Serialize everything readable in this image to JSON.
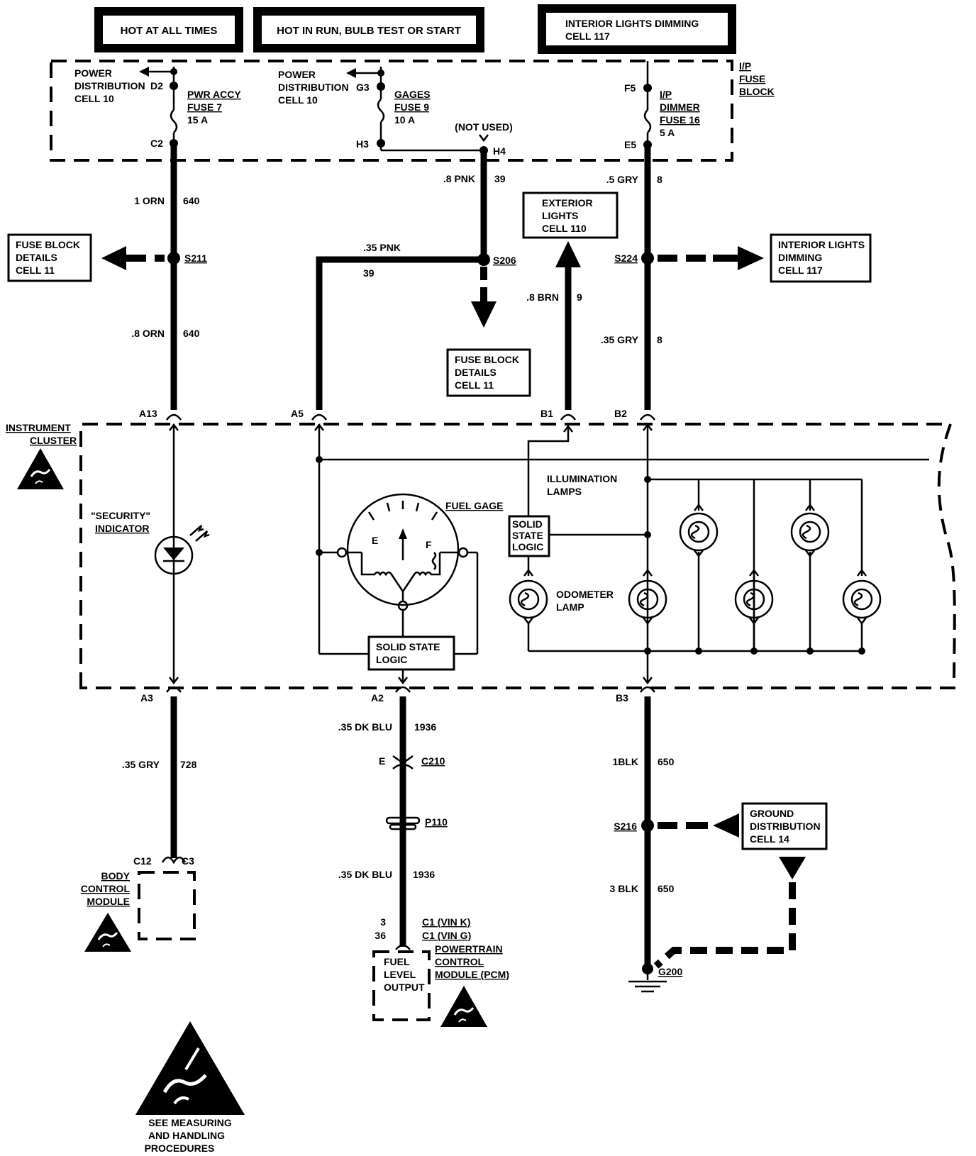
{
  "headers": {
    "hot_at_all_times": "HOT AT ALL TIMES",
    "hot_in_run": "HOT IN RUN, BULB TEST OR START",
    "interior_dimming": [
      "INTERIOR LIGHTS DIMMING",
      "CELL 117"
    ]
  },
  "fuse_block": {
    "label": [
      "I/P",
      "FUSE",
      "BLOCK"
    ],
    "power_dist_1": [
      "POWER",
      "DISTRIBUTION",
      "CELL 10"
    ],
    "power_dist_2": [
      "POWER",
      "DISTRIBUTION",
      "CELL 10"
    ],
    "fuse7": [
      "PWR ACCY",
      "FUSE 7",
      "15 A"
    ],
    "fuse9": [
      "GAGES",
      "FUSE 9",
      "10 A"
    ],
    "fuse16": [
      "I/P",
      "DIMMER",
      "FUSE 16",
      "5 A"
    ],
    "terminals": {
      "d2": "D2",
      "c2": "C2",
      "g3": "G3",
      "h3": "H3",
      "h4": "H4",
      "f5": "F5",
      "e5": "E5"
    },
    "not_used": "(NOT USED)"
  },
  "wires": {
    "w640a": {
      "gauge": "1 ORN",
      "circuit": "640"
    },
    "w640b": {
      "gauge": ".8 ORN",
      "circuit": "640"
    },
    "w39a": {
      "gauge": ".8 PNK",
      "circuit": "39"
    },
    "w39b": {
      "gauge": ".35 PNK",
      "circuit": "39"
    },
    "w9": {
      "gauge": ".8 BRN",
      "circuit": "9"
    },
    "w8a": {
      "gauge": ".5 GRY",
      "circuit": "8"
    },
    "w8b": {
      "gauge": ".35 GRY",
      "circuit": "8"
    },
    "w728": {
      "gauge": ".35 GRY",
      "circuit": "728"
    },
    "w1936a": {
      "gauge": ".35 DK BLU",
      "circuit": "1936"
    },
    "w1936b": {
      "gauge": ".35 DK BLU",
      "circuit": "1936"
    },
    "w650a": {
      "gauge": "1BLK",
      "circuit": "650"
    },
    "w650b": {
      "gauge": "3 BLK",
      "circuit": "650"
    }
  },
  "splices": {
    "s211": "S211",
    "s206": "S206",
    "s224": "S224",
    "s216": "S216"
  },
  "refs": {
    "fuse_block_details_left": [
      "FUSE BLOCK",
      "DETAILS",
      "CELL 11"
    ],
    "fuse_block_details_mid": [
      "FUSE BLOCK",
      "DETAILS",
      "CELL 11"
    ],
    "exterior_lights": [
      "EXTERIOR",
      "LIGHTS",
      "CELL 110"
    ],
    "interior_dimming_right": [
      "INTERIOR LIGHTS",
      "DIMMING",
      "CELL 117"
    ],
    "ground_distribution": [
      "GROUND",
      "DISTRIBUTION",
      "CELL 14"
    ]
  },
  "cluster": {
    "label": [
      "INSTRUMENT",
      "CLUSTER"
    ],
    "pins_top": {
      "a13": "A13",
      "a5": "A5",
      "b1": "B1",
      "b2": "B2"
    },
    "pins_bottom": {
      "a3": "A3",
      "a2": "A2",
      "b3": "B3"
    },
    "security_indicator": [
      "\"SECURITY\"",
      "INDICATOR"
    ],
    "fuel_gage": "FUEL GAGE",
    "gage_e": "E",
    "gage_f": "F",
    "solid_state_logic_bottom": [
      "SOLID  STATE",
      "LOGIC"
    ],
    "solid_state_logic_mid": [
      "SOLID",
      "STATE",
      "LOGIC"
    ],
    "illumination_lamps": [
      "ILLUMINATION",
      "LAMPS"
    ],
    "odometer_lamp": [
      "ODOMETER",
      "LAMP"
    ]
  },
  "connectors": {
    "c210": "C210",
    "c210_pin": "E",
    "p110": "P110"
  },
  "bcm": {
    "label": [
      "BODY",
      "CONTROL",
      "MODULE"
    ],
    "pin1": "C12",
    "pin2": "C3"
  },
  "pcm": {
    "pin_a": "3",
    "pin_b": "36",
    "conn_a": "C1  (VIN  K)",
    "conn_b": "C1  (VIN  G)",
    "label": [
      "POWERTRAIN",
      "CONTROL",
      "MODULE (PCM)"
    ],
    "inner": [
      "FUEL",
      "LEVEL",
      "OUTPUT"
    ]
  },
  "ground": "G200",
  "esd_note": [
    "SEE MEASURING",
    "AND HANDLING",
    "PROCEDURES"
  ]
}
